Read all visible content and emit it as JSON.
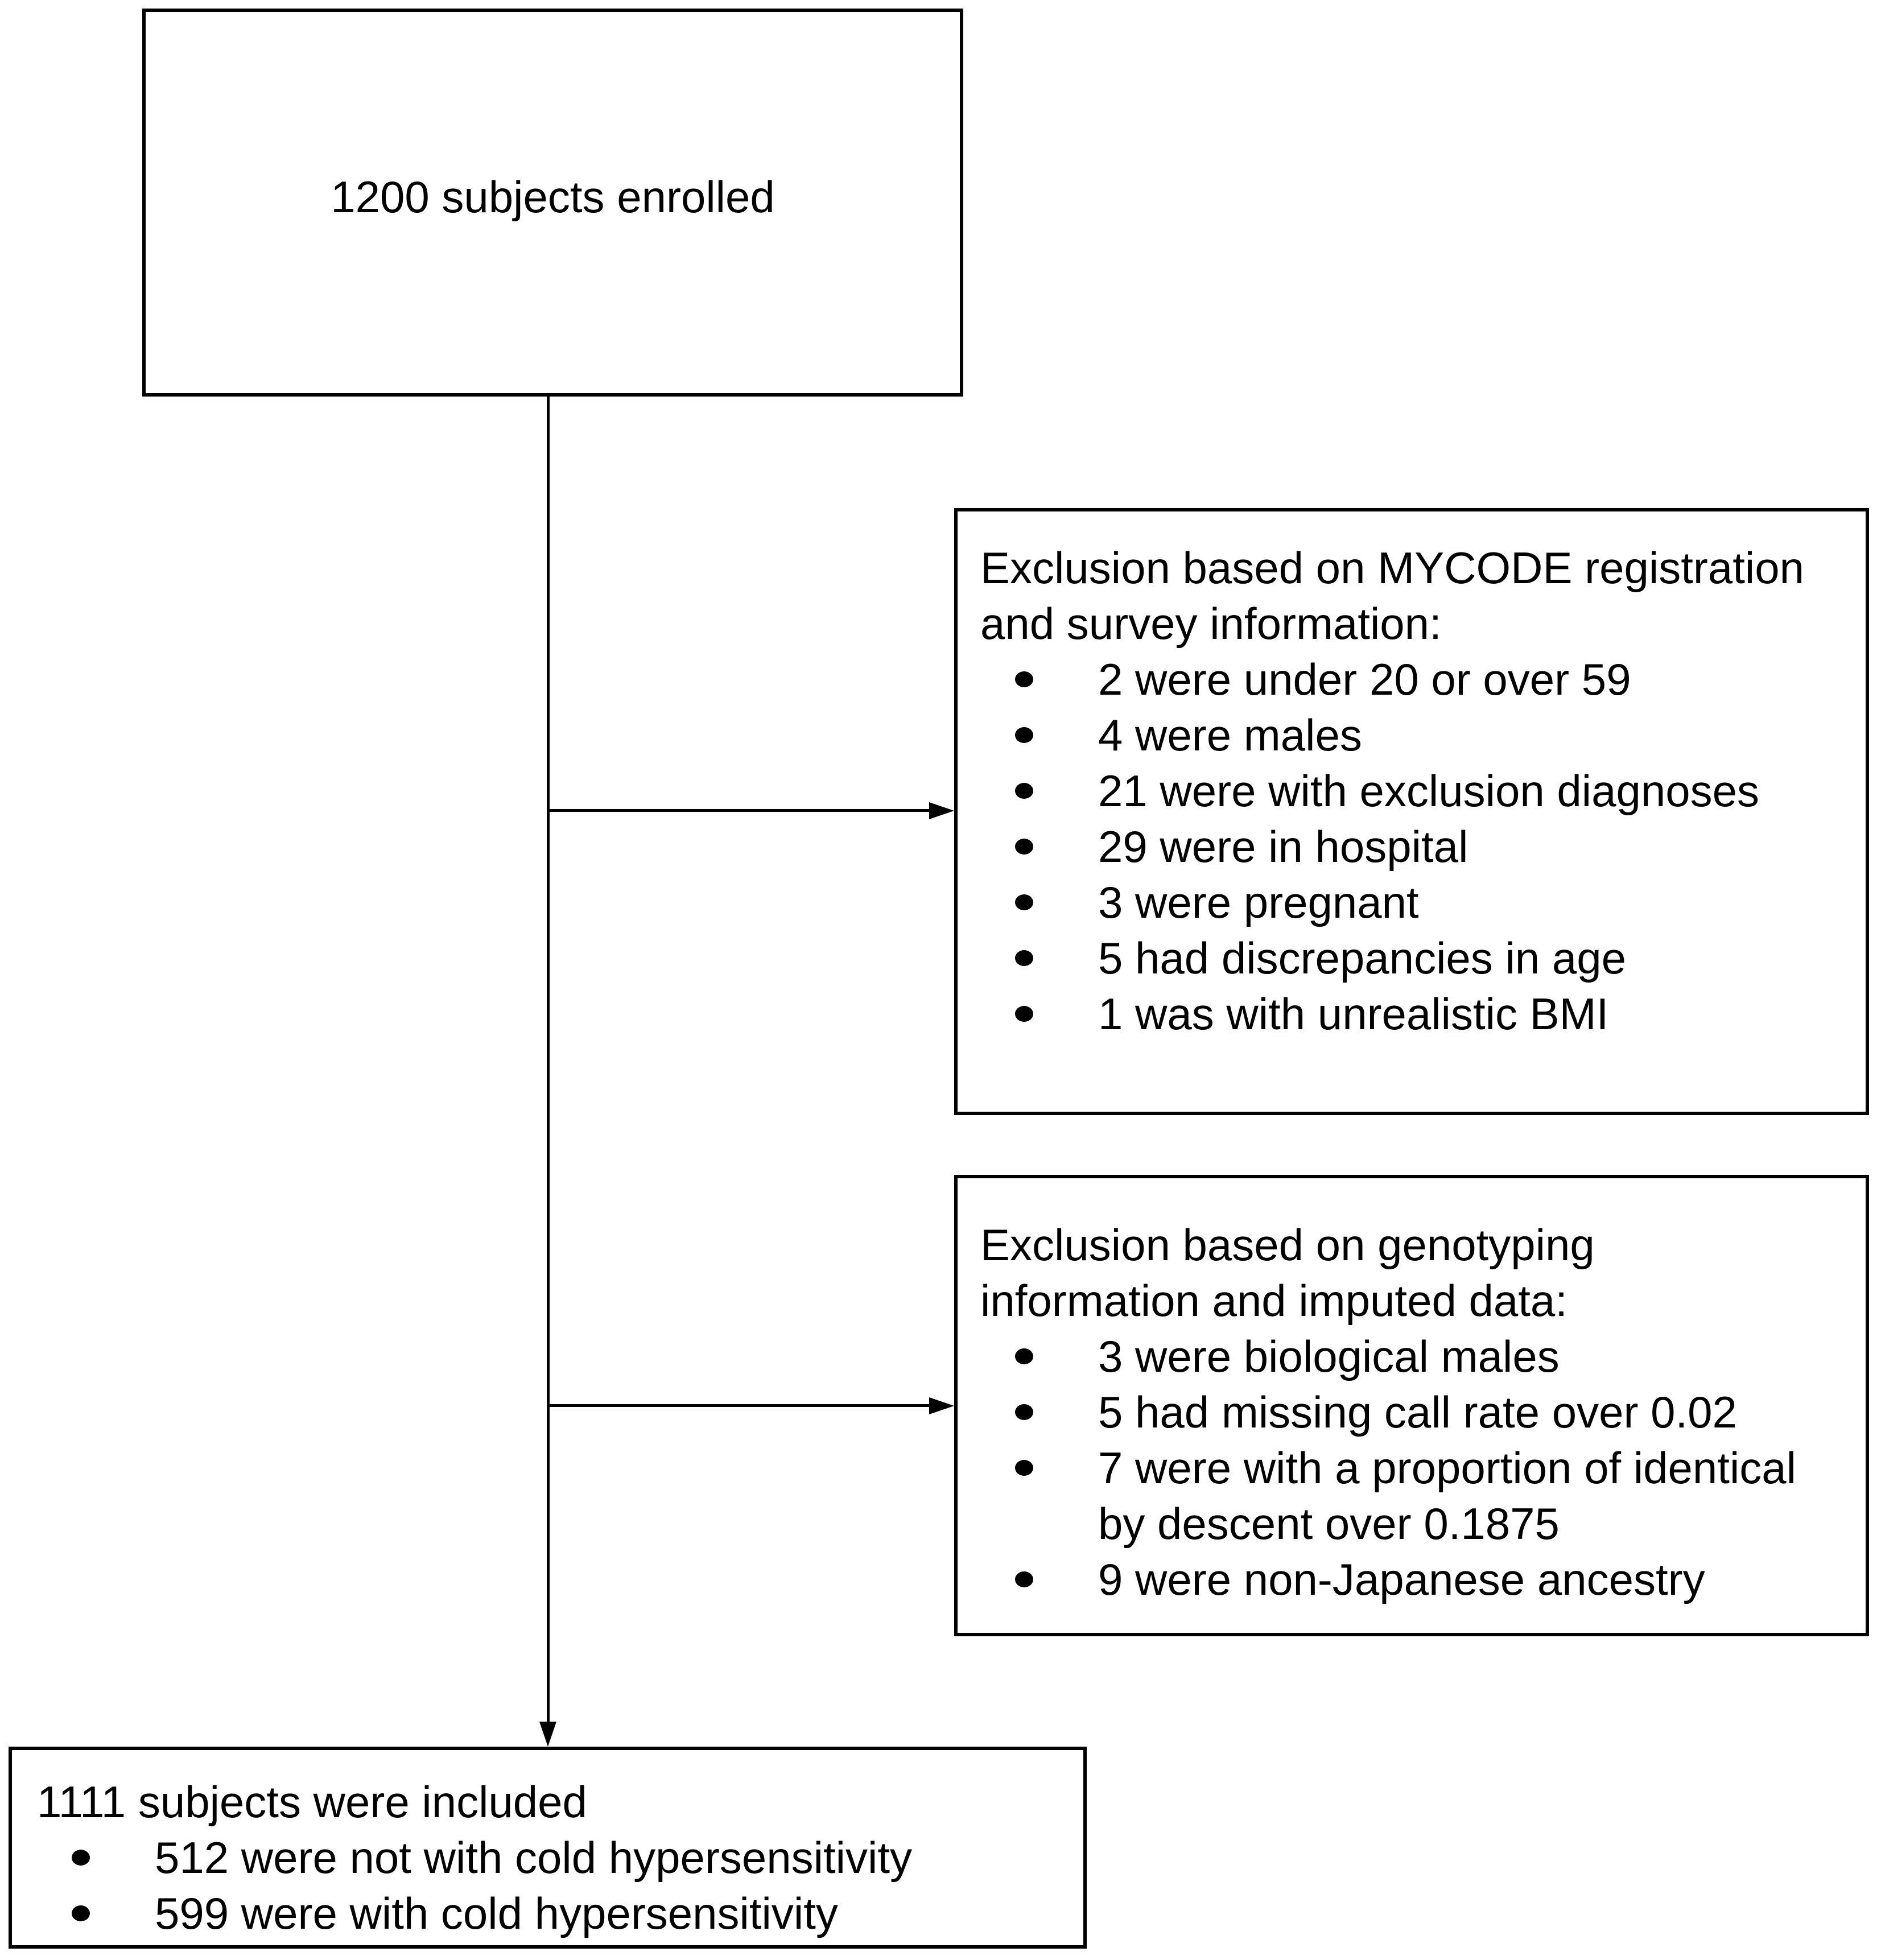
{
  "colors": {
    "ink": "#000000",
    "background": "#ffffff"
  },
  "top_box": {
    "text": "1200 subjects enrolled"
  },
  "exclusion_box_1": {
    "heading_line_1": "Exclusion based on MYCODE registration",
    "heading_line_2": "and survey information:",
    "bullets": [
      "2 were under 20 or over 59",
      "4 were males",
      "21 were with exclusion diagnoses",
      "29 were in hospital",
      "3 were pregnant",
      "5 had discrepancies in age",
      "1 was with unrealistic BMI"
    ]
  },
  "exclusion_box_2": {
    "heading_line_1": "Exclusion based on genotyping",
    "heading_line_2": "information and imputed data:",
    "bullets": [
      "3 were biological males",
      "5 had missing call rate over 0.02",
      "7 were with a proportion of identical by descent over 0.1875",
      "9 were non-Japanese ancestry"
    ]
  },
  "result_box": {
    "heading": "1111 subjects were included",
    "bullets": [
      "512 were not with cold hypersensitivity",
      "599 were with cold hypersensitivity"
    ]
  }
}
